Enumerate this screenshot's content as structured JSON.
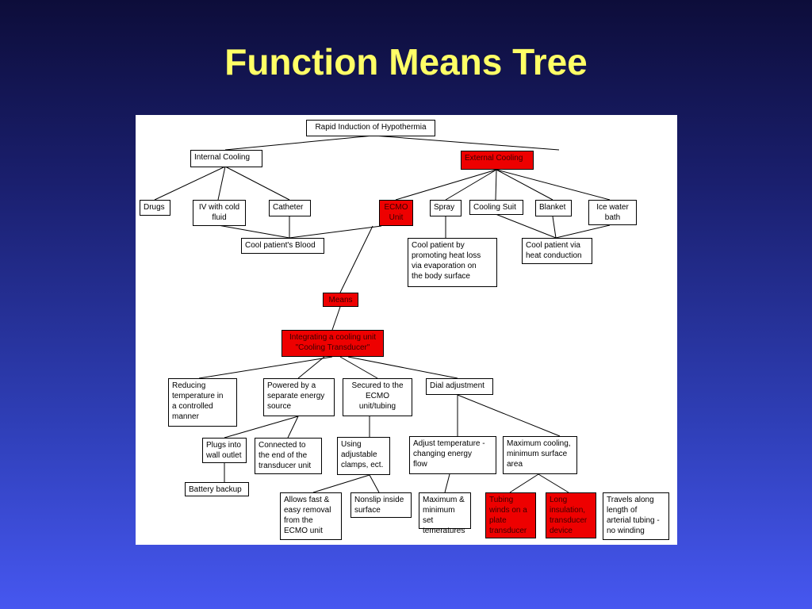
{
  "slide": {
    "title": "Function Means Tree"
  },
  "tree": {
    "root": "Rapid Induction of Hypothermia",
    "internal_cooling": "Internal Cooling",
    "external_cooling": "External Cooling",
    "drugs": "Drugs",
    "iv_cold_fluid": "IV with cold\nfluid",
    "catheter": "Catheter",
    "ecmo_unit": "ECMO\nUnit",
    "spray": "Spray",
    "cooling_suit": "Cooling Suit",
    "blanket": "Blanket",
    "ice_water_bath": "Ice water\nbath",
    "cool_blood": "Cool patient's Blood",
    "evaporation": "Cool patient by\npromoting heat loss\nvia evaporation on\nthe body surface",
    "conduction": "Cool patient via\nheat conduction",
    "means": "Means",
    "cooling_transducer": "Integrating a cooling unit\n\"Cooling Transducer\"",
    "reducing_temp": "Reducing\ntemperature in\na controlled\nmanner",
    "powered": "Powered by a\nseparate energy\nsource",
    "secured": "Secured to the\nECMO\nunit/tubing",
    "dial": "Dial adjustment",
    "plugs": "Plugs into\nwall outlet",
    "connected": "Connected to\nthe end of the\ntransducer unit",
    "clamps": "Using\nadjustable\nclamps, ect.",
    "adjust_temp": "Adjust temperature -\nchanging energy\nflow",
    "max_cooling": "Maximum cooling,\nminimum surface\narea",
    "battery": "Battery backup",
    "allows_removal": "Allows fast &\neasy removal\nfrom the\nECMO unit",
    "nonslip": "Nonslip inside\nsurface",
    "min_max_temps": "Maximum &\nminimum set\ntemeratures",
    "tubing_winds": "Tubing\nwinds on a\nplate\ntransducer",
    "long_insulation": "Long\ninsulation,\ntransducer\ndevice",
    "travels_along": "Travels along\nlength of\narterial tubing -\nno winding"
  },
  "colors": {
    "highlight": "#ee0000",
    "title": "#ffff66"
  }
}
